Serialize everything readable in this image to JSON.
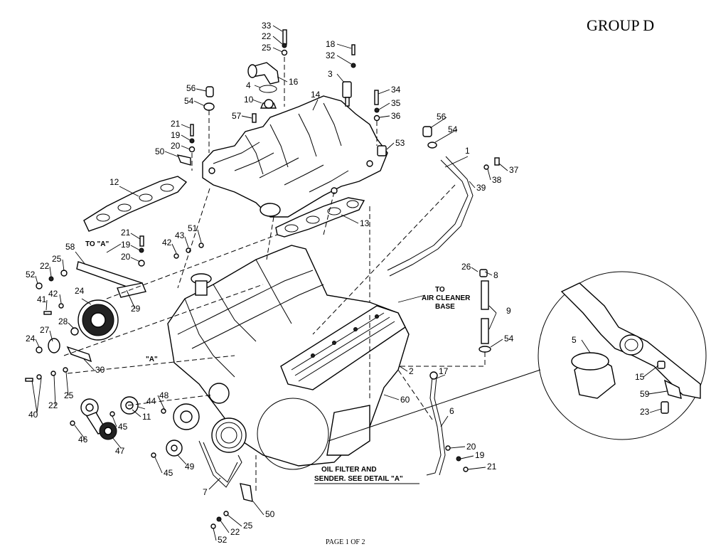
{
  "header": {
    "group": "GROUP D"
  },
  "footer": {
    "page": "PAGE 1 OF 2"
  },
  "notes": {
    "to_a_upper": "TO \"A\"",
    "to_air_cleaner_1": "TO",
    "to_air_cleaner_2": "AIR CLEANER",
    "to_air_cleaner_3": "BASE",
    "a_marker": "\"A\"",
    "oil_filter_1": "OIL FILTER AND",
    "oil_filter_2": "SENDER. SEE DETAIL \"A\""
  },
  "callouts": [
    "33",
    "22",
    "25",
    "18",
    "32",
    "3",
    "16",
    "4",
    "10",
    "14",
    "34",
    "35",
    "36",
    "56",
    "54",
    "57",
    "21",
    "19",
    "20",
    "50",
    "53",
    "56",
    "54",
    "1",
    "37",
    "38",
    "39",
    "12",
    "13",
    "21",
    "19",
    "20",
    "42",
    "43",
    "51",
    "58",
    "25",
    "22",
    "52",
    "41",
    "42",
    "24",
    "28",
    "29",
    "26",
    "8",
    "9",
    "54",
    "24",
    "27",
    "30",
    "2",
    "60",
    "17",
    "6",
    "20",
    "19",
    "21",
    "40",
    "22",
    "25",
    "48",
    "44",
    "11",
    "46",
    "45",
    "47",
    "45",
    "49",
    "7",
    "50",
    "25",
    "22",
    "52",
    "5",
    "15",
    "59",
    "23"
  ]
}
